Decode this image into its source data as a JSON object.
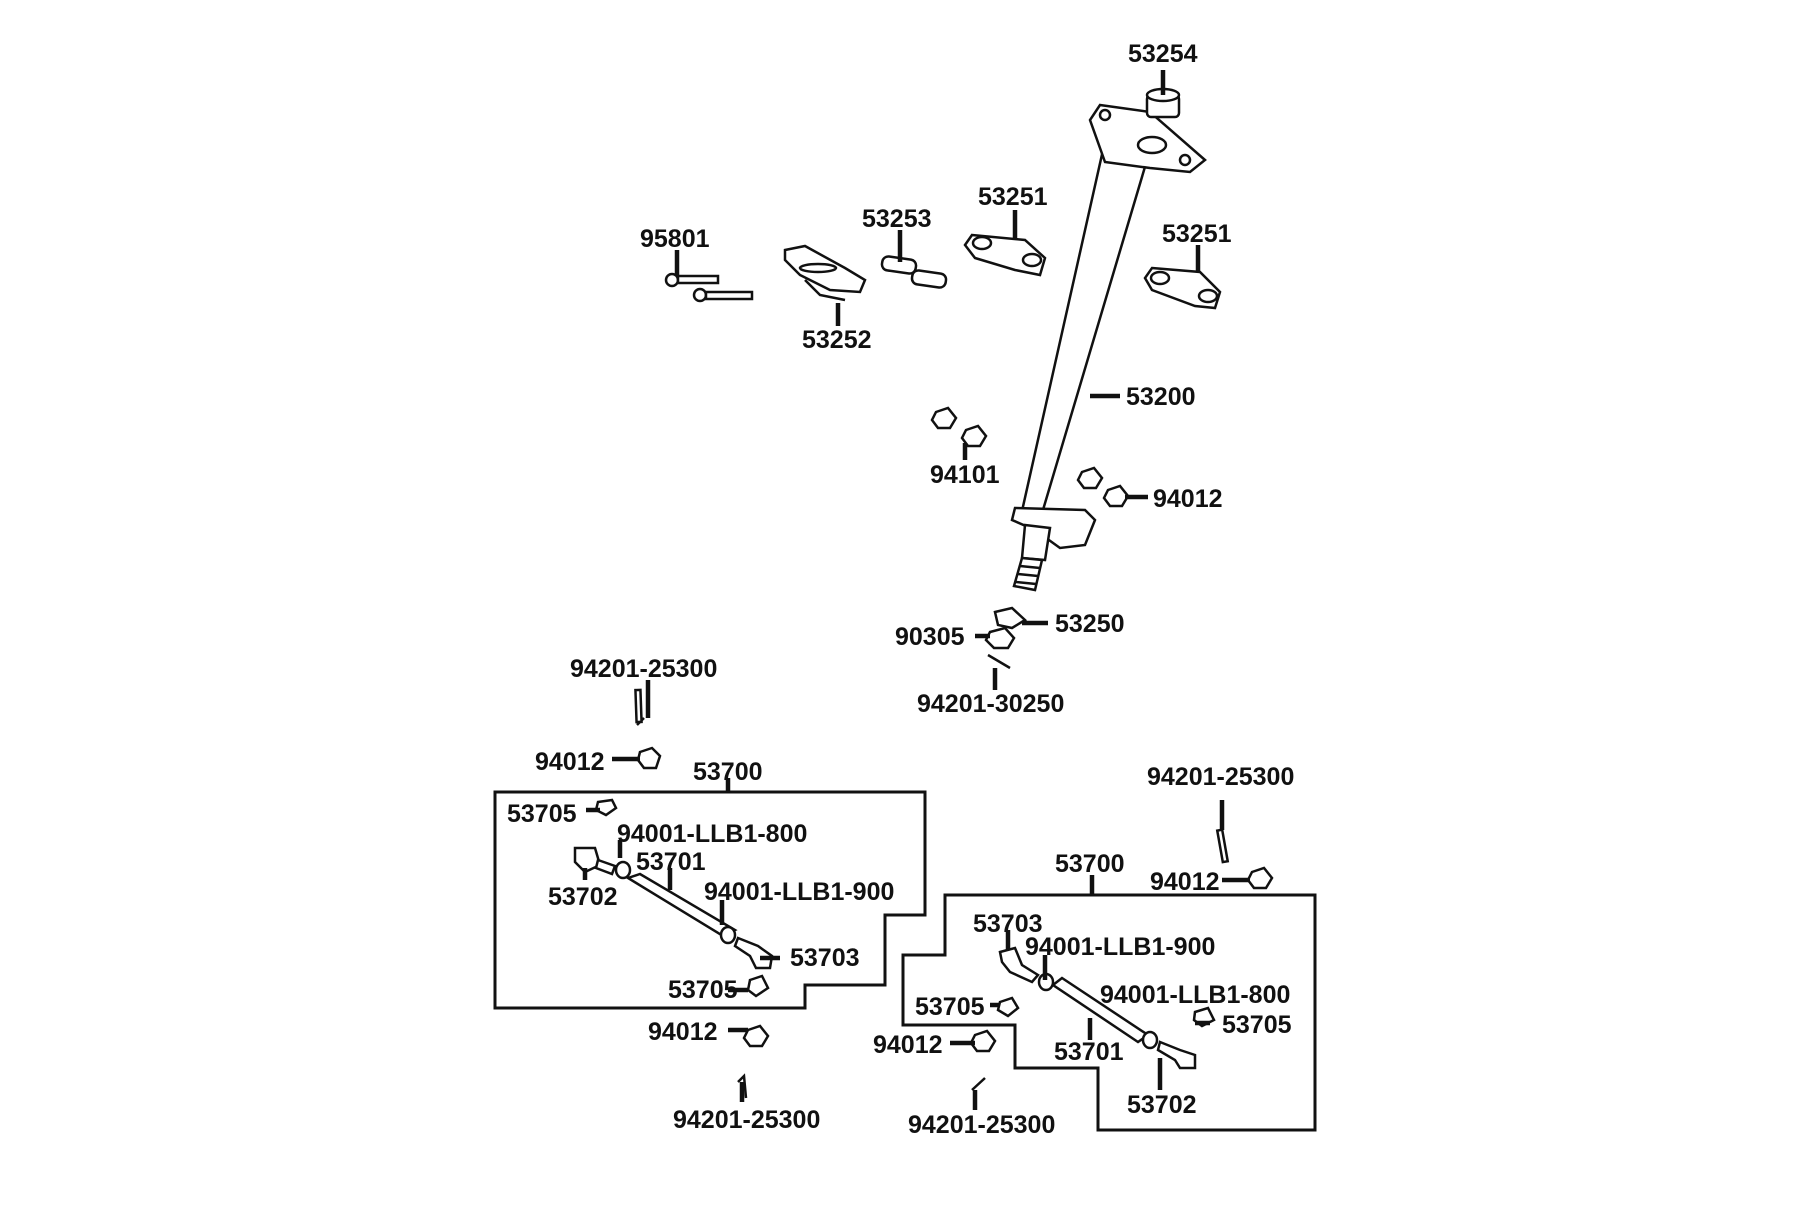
{
  "labels": {
    "p53254": "53254",
    "p53251_a": "53251",
    "p53251_b": "53251",
    "p53253": "53253",
    "p95801": "95801",
    "p53252": "53252",
    "p53200": "53200",
    "p94101": "94101",
    "p94012_top": "94012",
    "p53250": "53250",
    "p90305": "90305",
    "p94201_30250": "94201-30250",
    "left": {
      "p94201_top": "94201-25300",
      "p94012_top": "94012",
      "p53700": "53700",
      "p53705_top": "53705",
      "p94001_800": "94001-LLB1-800",
      "p53701": "53701",
      "p53702": "53702",
      "p94001_900": "94001-LLB1-900",
      "p53703": "53703",
      "p53705_bot": "53705",
      "p94012_bot": "94012",
      "p94201_bot": "94201-25300"
    },
    "right": {
      "p94201_top": "94201-25300",
      "p53700": "53700",
      "p94012_top": "94012",
      "p53703": "53703",
      "p94001_900": "94001-LLB1-900",
      "p53705_left": "53705",
      "p94001_800": "94001-LLB1-800",
      "p53705_right": "53705",
      "p94012_bot": "94012",
      "p53701": "53701",
      "p53702": "53702",
      "p94201_bot": "94201-25300"
    }
  }
}
